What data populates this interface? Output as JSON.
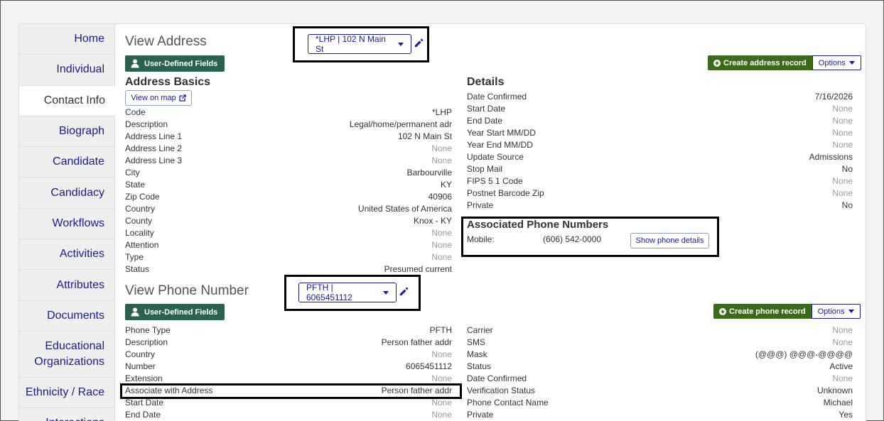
{
  "sidebar": {
    "items": [
      {
        "label": "Home"
      },
      {
        "label": "Individual"
      },
      {
        "label": "Contact Info"
      },
      {
        "label": "Biograph"
      },
      {
        "label": "Candidate"
      },
      {
        "label": "Candidacy"
      },
      {
        "label": "Workflows"
      },
      {
        "label": "Activities"
      },
      {
        "label": "Attributes"
      },
      {
        "label": "Documents"
      },
      {
        "label": "Educational Organizations"
      },
      {
        "label": "Ethnicity / Race"
      },
      {
        "label": "Interactions"
      }
    ]
  },
  "address": {
    "title": "View Address",
    "selector": "*LHP | 102 N Main St",
    "udf_label": "User-Defined Fields",
    "create_label": "Create address record",
    "options_label": "Options",
    "basics_title": "Address Basics",
    "view_map_label": "View on map",
    "basics": [
      {
        "k": "Code",
        "v": "*LHP"
      },
      {
        "k": "Description",
        "v": "Legal/home/permanent adr"
      },
      {
        "k": "Address Line 1",
        "v": "102 N Main St"
      },
      {
        "k": "Address Line 2",
        "v": "None"
      },
      {
        "k": "Address Line 3",
        "v": "None"
      },
      {
        "k": "City",
        "v": "Barbourville"
      },
      {
        "k": "State",
        "v": "KY"
      },
      {
        "k": "Zip Code",
        "v": "40906"
      },
      {
        "k": "Country",
        "v": "United States of America"
      },
      {
        "k": "County",
        "v": "Knox - KY"
      },
      {
        "k": "Locality",
        "v": "None"
      },
      {
        "k": "Attention",
        "v": "None"
      },
      {
        "k": "Type",
        "v": "None"
      },
      {
        "k": "Status",
        "v": "Presumed current"
      }
    ],
    "details_title": "Details",
    "details": [
      {
        "k": "Date Confirmed",
        "v": "7/16/2026"
      },
      {
        "k": "Start Date",
        "v": "None"
      },
      {
        "k": "End Date",
        "v": "None"
      },
      {
        "k": "Year Start MM/DD",
        "v": "None"
      },
      {
        "k": "Year End MM/DD",
        "v": "None"
      },
      {
        "k": "Update Source",
        "v": "Admissions"
      },
      {
        "k": "Stop Mail",
        "v": "No"
      },
      {
        "k": "FIPS 5 1 Code",
        "v": "None"
      },
      {
        "k": "Postnet Barcode Zip",
        "v": "None"
      },
      {
        "k": "Private",
        "v": "No"
      }
    ],
    "phones_title": "Associated Phone Numbers",
    "phone_label": "Mobile:",
    "phone_value": "(606) 542-0000",
    "phone_details_label": "Show phone details"
  },
  "phone": {
    "title": "View Phone Number",
    "selector": "PFTH | 6065451112",
    "udf_label": "User-Defined Fields",
    "create_label": "Create phone record",
    "options_label": "Options",
    "left": [
      {
        "k": "Phone Type",
        "v": "PFTH"
      },
      {
        "k": "Description",
        "v": "Person father addr"
      },
      {
        "k": "Country",
        "v": "None"
      },
      {
        "k": "Number",
        "v": "6065451112"
      },
      {
        "k": "Extension",
        "v": "None"
      },
      {
        "k": "Associate with Address",
        "v": "Person father addr"
      },
      {
        "k": "Start Date",
        "v": "None"
      },
      {
        "k": "End Date",
        "v": "None"
      }
    ],
    "right": [
      {
        "k": "Carrier",
        "v": "None"
      },
      {
        "k": "SMS",
        "v": "None"
      },
      {
        "k": "Mask",
        "v": "(@@@) @@@-@@@@"
      },
      {
        "k": "Status",
        "v": "Active"
      },
      {
        "k": "Date Confirmed",
        "v": "None"
      },
      {
        "k": "Verification Status",
        "v": "Unknown"
      },
      {
        "k": "Phone Contact Name",
        "v": "Michael"
      },
      {
        "k": "Private",
        "v": "Yes"
      }
    ]
  },
  "colors": {
    "link": "#1a1a9c",
    "udf": "#2b6152",
    "create": "#3b6b1a"
  }
}
